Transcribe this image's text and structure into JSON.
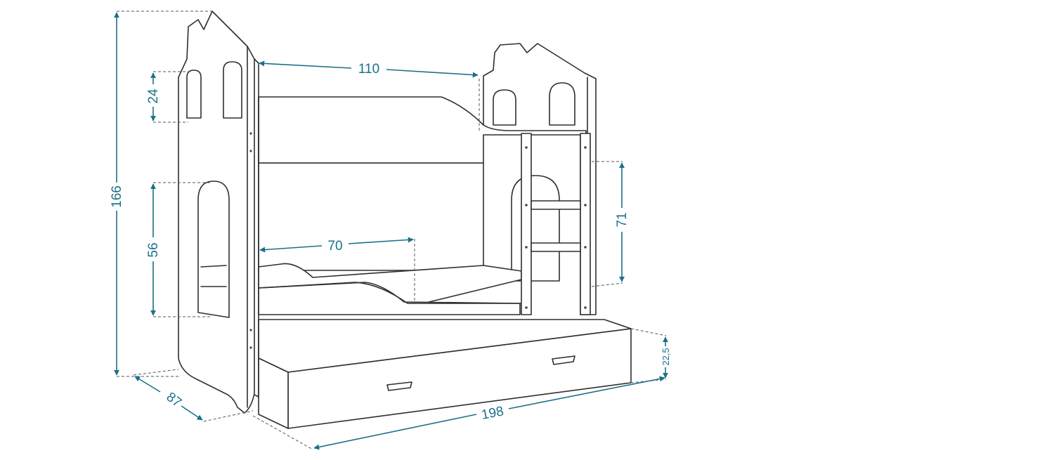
{
  "colors": {
    "dimension": "#1b7089",
    "outline": "#2f2f2f",
    "background": "#ffffff"
  },
  "dimensions": {
    "height_total": "166",
    "width_inner": "110",
    "window_small": "24",
    "window_large": "56",
    "mattress_gap": "70",
    "ladder_height": "71",
    "depth": "87",
    "length": "198",
    "drawer_height": "22,5"
  }
}
